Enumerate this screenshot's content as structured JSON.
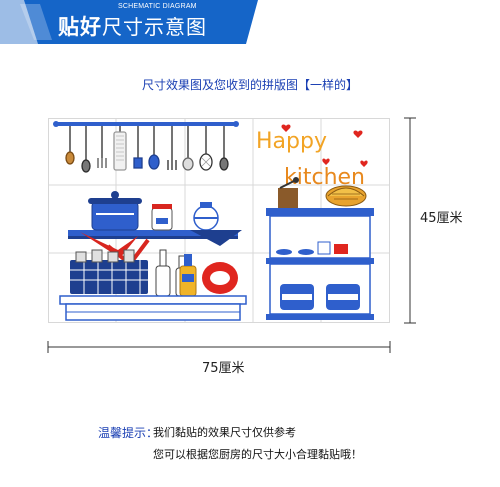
{
  "banner": {
    "title_bold": "贴好",
    "title_rest": "尺寸示意图",
    "subtitle_en": "SCHEMATIC DIAGRAM"
  },
  "caption": "尺寸效果图及您收到的拼版图【一样的】",
  "artwork": {
    "title_line1": "Happy",
    "title_line2": "kitchen"
  },
  "dimensions": {
    "width": "75厘米",
    "height": "45厘米"
  },
  "tips": {
    "label": "温馨提示：",
    "line1": "我们黏贴的效果尺寸仅供参考",
    "line2": "您可以根据您厨房的尺寸大小合理黏贴哦！"
  },
  "colors": {
    "banner_blue": "#1565c8",
    "accent_blue": "#1a3fb3",
    "heart_red": "#e0261f",
    "happy_orange": "#f2a425",
    "kitchen_orange": "#e8891e"
  }
}
